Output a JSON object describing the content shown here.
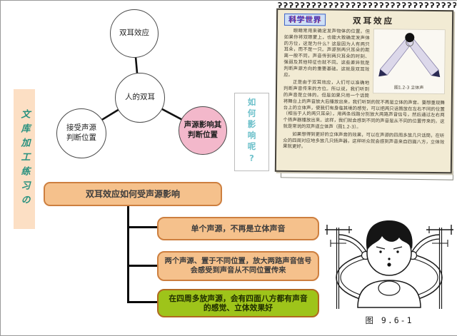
{
  "watermark": {
    "text": "文库加工练习の"
  },
  "mindmap": {
    "top": "双耳效应",
    "center": "人的双耳",
    "left": {
      "line1": "接受声源",
      "line2": "判断位置"
    },
    "right": {
      "line1": "声源影响其",
      "line2": "判断位置"
    }
  },
  "question": {
    "text": "如何影响呢?"
  },
  "flow": {
    "root": "双耳效应如何受声源影响",
    "box1": {
      "line1": "单个声源，不再是立体声音"
    },
    "box2": {
      "line1": "两个声源、置于不同位置，放大两路声音信号",
      "line2": "会感受到声音从不同位置传来"
    },
    "box3": {
      "line1": "在四周多放声源，会有四面八方都有声音",
      "line2": "的感觉、立体效果好"
    }
  },
  "notebook": {
    "spiral": "ʔʔʔʔʔʔʔʔʔʔʔʔʔʔʔʔʔʔʔʔʔʔʔʔʔʔʔʔʔʔʔʔʔ",
    "badge": "科学世界",
    "title": "双耳效应",
    "paragraph1": "眼睛常用来确定发声物体的位置。但如果你将双眼蒙上，也能大致确定发声体的方位，这是为什么？这是因为人有两只耳朵，而不是一只。声源到两只耳朵的距离一般不同，声音传到两只耳朵的时刻、强弱及其他特征也就不同。这些差异就是判断声源方向的重要基础。这就是双耳效应。",
    "paragraph2": "正是由于双耳效应，人们可以准确地判断声音传来的方位。所以说，我们听到的声音是立体的。但是如果只用一个话筒将舞台上的声音放大后播放出来，我们听到的就不再是立体的声音。要想重现舞台上的立体声，使我们有身临其境的感觉，可以把两只话筒放在左右不同的位置（相当于人的两只耳朵），用两条线路分别放大两路声音信号，然后通过左右两个扬声器播放出来。这样，我们就会感到不同的声音是从不同的位置传来的。这就是常说的双声道立体声（图1.2-3）。",
    "paragraph3": "如果想得到更好的立体声音的效果，可以在声源的四周多放几只话筒，在听众的四周对应地多放几只扬声器，这样听众就会感到声音来自四面八方，立体效果就更好。",
    "figure_caption": "图1.2-3  立体声"
  },
  "experiment_figure": {
    "caption": "图  9.6-1"
  },
  "colors": {
    "box_orange_fill": "#f5c18c",
    "box_orange_border": "#cd7f3f",
    "box_green_fill": "#9ec41a",
    "box_green_border": "#b06a20",
    "circle_pink_fill": "#f3b8cb",
    "watermark_bar": "#fcdfc4",
    "watermark_text": "#27907e",
    "question_text": "#6cc0ca",
    "notebook_page_bg": "#f2ebd4"
  }
}
